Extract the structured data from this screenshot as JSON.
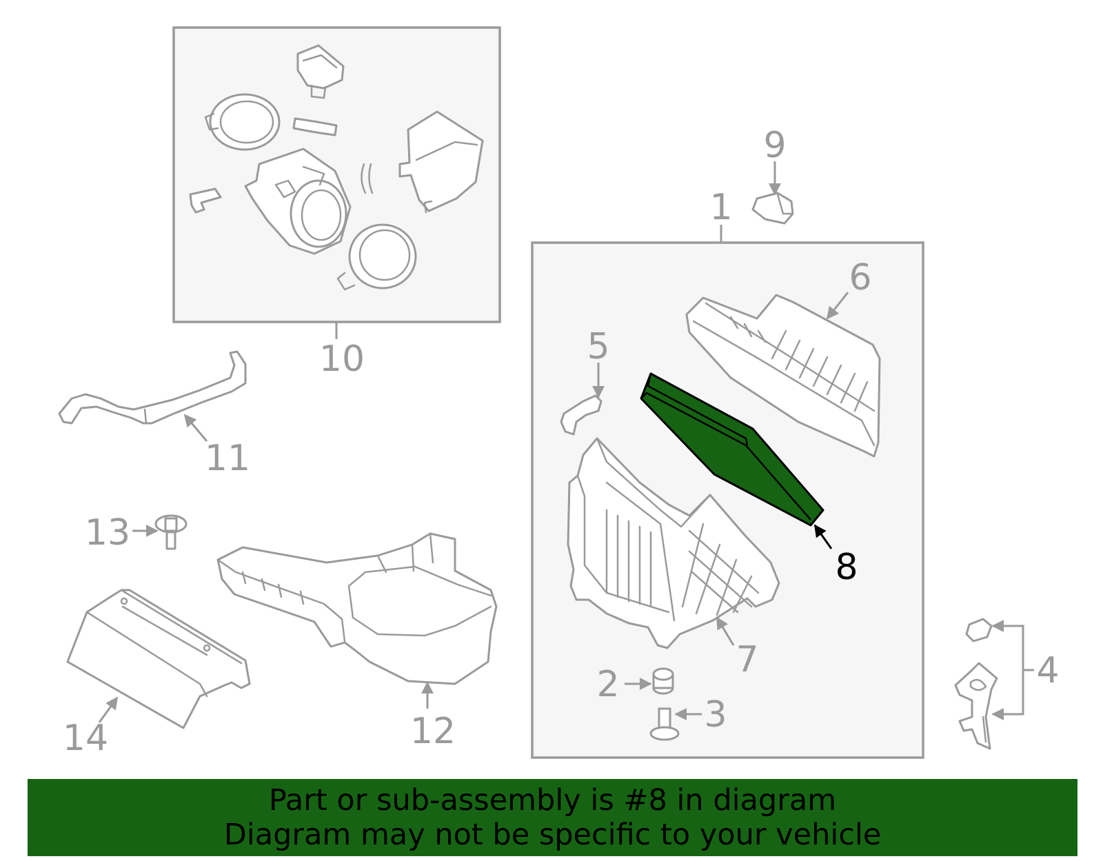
{
  "diagram": {
    "callouts": [
      "1",
      "2",
      "3",
      "4",
      "5",
      "6",
      "7",
      "8",
      "9",
      "10",
      "11",
      "12",
      "13",
      "14"
    ],
    "highlighted_part": "8",
    "highlight_color": "#166413",
    "line_color": "#9a9a9a"
  },
  "banner": {
    "line1": "Part or sub-assembly is #8 in diagram",
    "line2": "Diagram may not be specific to your vehicle",
    "background": "#166413"
  }
}
